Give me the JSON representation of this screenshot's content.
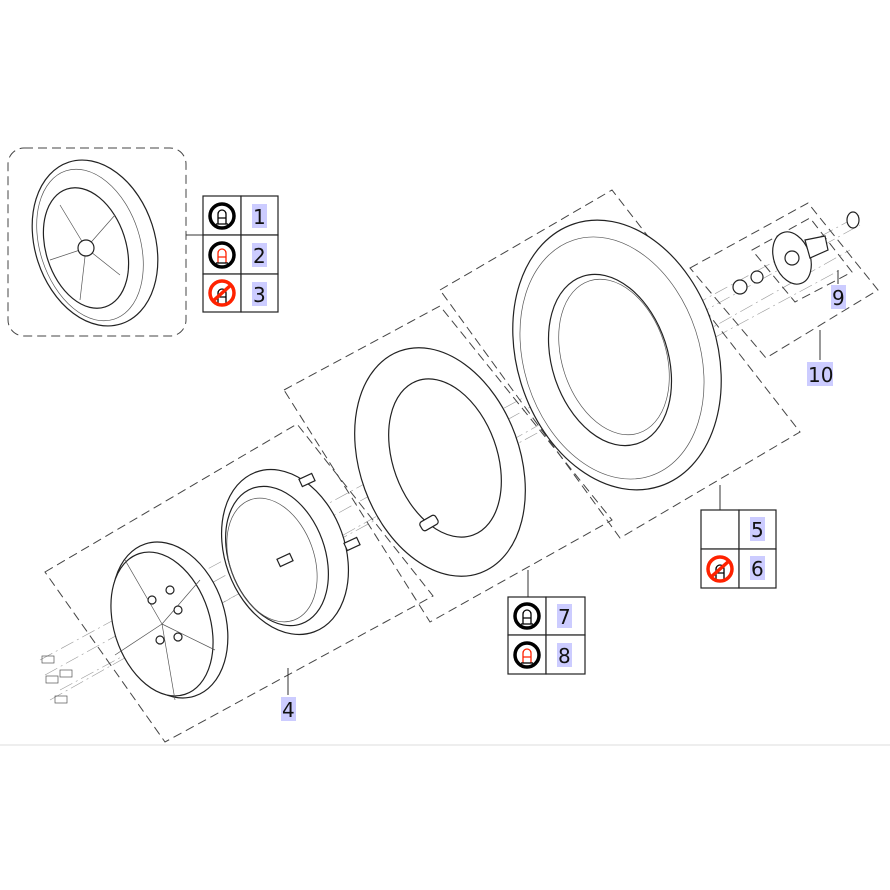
{
  "legend_a": {
    "rows": [
      {
        "number": "1",
        "icon": "valve-circle-icon"
      },
      {
        "number": "2",
        "icon": "valve-red-circle-icon"
      },
      {
        "number": "3",
        "icon": "no-valve-icon"
      }
    ]
  },
  "legend_b": {
    "rows": [
      {
        "number": "5",
        "icon": ""
      },
      {
        "number": "6",
        "icon": "no-valve-icon"
      }
    ]
  },
  "legend_c": {
    "rows": [
      {
        "number": "7",
        "icon": "valve-circle-icon"
      },
      {
        "number": "8",
        "icon": "valve-red-circle-icon"
      }
    ]
  },
  "callouts": {
    "rim_group": "4",
    "hub": "9",
    "hub_group": "10"
  },
  "colors": {
    "highlight": "#ccccff",
    "prohibit": "#ff2200",
    "valve_red": "#ff2200"
  }
}
